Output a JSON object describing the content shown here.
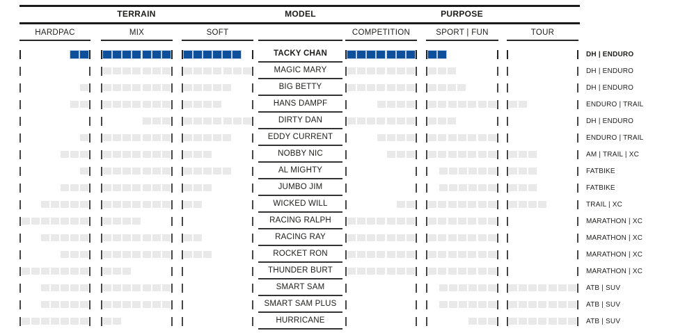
{
  "colors": {
    "highlight_blue": "#0e4f9c",
    "segment_gray": "#e9e9e9",
    "rule_black": "#1a1a1a",
    "bar_gray": "#454545"
  },
  "chart_data": {
    "type": "table",
    "title": "Tire terrain and purpose comparison",
    "column_groups": [
      {
        "label": "TERRAIN"
      },
      {
        "label": "MODEL"
      },
      {
        "label": "PURPOSE"
      }
    ],
    "columns": [
      "HARDPAC",
      "MIX",
      "SOFT",
      "COMPETITION",
      "SPORT | FUN",
      "TOUR"
    ],
    "scale": {
      "max": 7,
      "style": "segmented-squares"
    },
    "rows": [
      {
        "model": "TACKY CHAN",
        "highlighted": true,
        "category": "DH | ENDURO",
        "ratings": [
          {
            "filled": 2,
            "align": "right"
          },
          {
            "filled": 7,
            "align": "full"
          },
          {
            "filled": 6,
            "align": "left"
          },
          {
            "filled": 7,
            "align": "full"
          },
          {
            "filled": 2,
            "align": "left"
          },
          {
            "filled": 0,
            "align": "none"
          }
        ]
      },
      {
        "model": "MAGIC MARY",
        "highlighted": false,
        "category": "DH | ENDURO",
        "ratings": [
          {
            "filled": 0,
            "align": "none"
          },
          {
            "filled": 7,
            "align": "full"
          },
          {
            "filled": 7,
            "align": "full"
          },
          {
            "filled": 7,
            "align": "full"
          },
          {
            "filled": 3,
            "align": "left"
          },
          {
            "filled": 0,
            "align": "none"
          }
        ]
      },
      {
        "model": "BIG BETTY",
        "highlighted": false,
        "category": "DH | ENDURO",
        "ratings": [
          {
            "filled": 1,
            "align": "right"
          },
          {
            "filled": 7,
            "align": "full"
          },
          {
            "filled": 5,
            "align": "left"
          },
          {
            "filled": 7,
            "align": "full"
          },
          {
            "filled": 4,
            "align": "left"
          },
          {
            "filled": 0,
            "align": "none"
          }
        ]
      },
      {
        "model": "HANS DAMPF",
        "highlighted": false,
        "category": "ENDURO | TRAIL",
        "ratings": [
          {
            "filled": 2,
            "align": "right"
          },
          {
            "filled": 7,
            "align": "full"
          },
          {
            "filled": 4,
            "align": "left"
          },
          {
            "filled": 4,
            "align": "right"
          },
          {
            "filled": 7,
            "align": "full"
          },
          {
            "filled": 2,
            "align": "left"
          }
        ]
      },
      {
        "model": "DIRTY DAN",
        "highlighted": false,
        "category": "DH | ENDURO",
        "ratings": [
          {
            "filled": 0,
            "align": "none"
          },
          {
            "filled": 3,
            "align": "right"
          },
          {
            "filled": 7,
            "align": "full"
          },
          {
            "filled": 7,
            "align": "full"
          },
          {
            "filled": 3,
            "align": "left"
          },
          {
            "filled": 0,
            "align": "none"
          }
        ]
      },
      {
        "model": "EDDY CURRENT",
        "highlighted": false,
        "category": "ENDURO | TRAIL",
        "ratings": [
          {
            "filled": 1,
            "align": "right"
          },
          {
            "filled": 7,
            "align": "full"
          },
          {
            "filled": 5,
            "align": "left"
          },
          {
            "filled": 4,
            "align": "right"
          },
          {
            "filled": 7,
            "align": "full"
          },
          {
            "filled": 0,
            "align": "none"
          }
        ]
      },
      {
        "model": "NOBBY NIC",
        "highlighted": false,
        "category": "AM | TRAIL | XC",
        "ratings": [
          {
            "filled": 3,
            "align": "right"
          },
          {
            "filled": 7,
            "align": "full"
          },
          {
            "filled": 3,
            "align": "left"
          },
          {
            "filled": 3,
            "align": "right"
          },
          {
            "filled": 7,
            "align": "full"
          },
          {
            "filled": 3,
            "align": "left"
          }
        ]
      },
      {
        "model": "AL MIGHTY",
        "highlighted": false,
        "category": "FATBIKE",
        "ratings": [
          {
            "filled": 1,
            "align": "right"
          },
          {
            "filled": 7,
            "align": "full"
          },
          {
            "filled": 5,
            "align": "left"
          },
          {
            "filled": 0,
            "align": "none"
          },
          {
            "filled": 6,
            "align": "right"
          },
          {
            "filled": 3,
            "align": "left"
          }
        ]
      },
      {
        "model": "JUMBO JIM",
        "highlighted": false,
        "category": "FATBIKE",
        "ratings": [
          {
            "filled": 3,
            "align": "right"
          },
          {
            "filled": 7,
            "align": "full"
          },
          {
            "filled": 3,
            "align": "left"
          },
          {
            "filled": 0,
            "align": "none"
          },
          {
            "filled": 6,
            "align": "right"
          },
          {
            "filled": 3,
            "align": "left"
          }
        ]
      },
      {
        "model": "WICKED WILL",
        "highlighted": false,
        "category": "TRAIL | XC",
        "ratings": [
          {
            "filled": 5,
            "align": "right"
          },
          {
            "filled": 7,
            "align": "full"
          },
          {
            "filled": 2,
            "align": "left"
          },
          {
            "filled": 2,
            "align": "right"
          },
          {
            "filled": 7,
            "align": "full"
          },
          {
            "filled": 4,
            "align": "left"
          }
        ]
      },
      {
        "model": "RACING RALPH",
        "highlighted": false,
        "category": "MARATHON | XC",
        "ratings": [
          {
            "filled": 7,
            "align": "full"
          },
          {
            "filled": 4,
            "align": "left"
          },
          {
            "filled": 0,
            "align": "none"
          },
          {
            "filled": 7,
            "align": "full"
          },
          {
            "filled": 7,
            "align": "full"
          },
          {
            "filled": 0,
            "align": "none"
          }
        ]
      },
      {
        "model": "RACING RAY",
        "highlighted": false,
        "category": "MARATHON | XC",
        "ratings": [
          {
            "filled": 5,
            "align": "right"
          },
          {
            "filled": 7,
            "align": "full"
          },
          {
            "filled": 2,
            "align": "left"
          },
          {
            "filled": 7,
            "align": "full"
          },
          {
            "filled": 7,
            "align": "full"
          },
          {
            "filled": 0,
            "align": "none"
          }
        ]
      },
      {
        "model": "ROCKET RON",
        "highlighted": false,
        "category": "MARATHON | XC",
        "ratings": [
          {
            "filled": 3,
            "align": "right"
          },
          {
            "filled": 7,
            "align": "full"
          },
          {
            "filled": 3,
            "align": "left"
          },
          {
            "filled": 7,
            "align": "full"
          },
          {
            "filled": 7,
            "align": "full"
          },
          {
            "filled": 0,
            "align": "none"
          }
        ]
      },
      {
        "model": "THUNDER BURT",
        "highlighted": false,
        "category": "MARATHON | XC",
        "ratings": [
          {
            "filled": 7,
            "align": "full"
          },
          {
            "filled": 3,
            "align": "left"
          },
          {
            "filled": 0,
            "align": "none"
          },
          {
            "filled": 7,
            "align": "full"
          },
          {
            "filled": 7,
            "align": "full"
          },
          {
            "filled": 0,
            "align": "none"
          }
        ]
      },
      {
        "model": "SMART SAM",
        "highlighted": false,
        "category": "ATB | SUV",
        "ratings": [
          {
            "filled": 5,
            "align": "right"
          },
          {
            "filled": 7,
            "align": "full"
          },
          {
            "filled": 0,
            "align": "none"
          },
          {
            "filled": 0,
            "align": "none"
          },
          {
            "filled": 6,
            "align": "right"
          },
          {
            "filled": 7,
            "align": "full"
          }
        ]
      },
      {
        "model": "SMART SAM PLUS",
        "highlighted": false,
        "category": "ATB | SUV",
        "ratings": [
          {
            "filled": 5,
            "align": "right"
          },
          {
            "filled": 7,
            "align": "full"
          },
          {
            "filled": 0,
            "align": "none"
          },
          {
            "filled": 0,
            "align": "none"
          },
          {
            "filled": 6,
            "align": "right"
          },
          {
            "filled": 7,
            "align": "full"
          }
        ]
      },
      {
        "model": "HURRICANE",
        "highlighted": false,
        "category": "ATB | SUV",
        "ratings": [
          {
            "filled": 7,
            "align": "full"
          },
          {
            "filled": 2,
            "align": "left"
          },
          {
            "filled": 0,
            "align": "none"
          },
          {
            "filled": 0,
            "align": "none"
          },
          {
            "filled": 3,
            "align": "right"
          },
          {
            "filled": 7,
            "align": "full"
          }
        ]
      }
    ]
  }
}
